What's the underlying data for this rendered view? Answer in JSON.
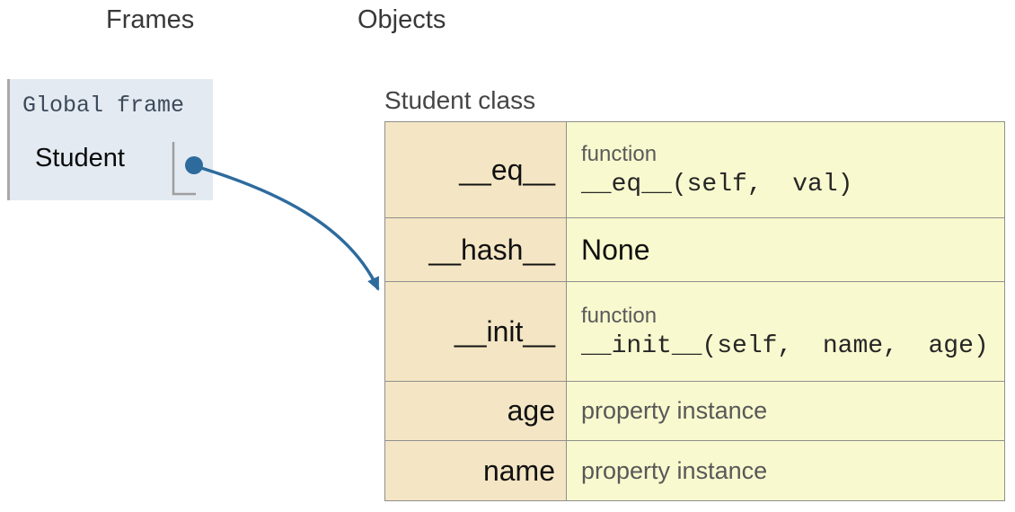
{
  "headers": {
    "frames": "Frames",
    "objects": "Objects"
  },
  "frame": {
    "title": "Global frame",
    "variables": [
      {
        "name": "Student",
        "points_to": "Student class"
      }
    ]
  },
  "object": {
    "label": "Student class",
    "rows": [
      {
        "key": "__eq__",
        "kind": "function",
        "type": "function",
        "value": "__eq__(self,  val)"
      },
      {
        "key": "__hash__",
        "kind": "plain",
        "value": "None"
      },
      {
        "key": "__init__",
        "kind": "function",
        "type": "function",
        "value": "__init__(self,  name,  age)"
      },
      {
        "key": "age",
        "kind": "muted",
        "value": "property instance"
      },
      {
        "key": "name",
        "kind": "muted",
        "value": "property instance"
      }
    ]
  },
  "colors": {
    "arrow": "#2e6b9d",
    "connector": "#9e9e9e",
    "frame_bg": "#e3eaf2",
    "key_cell_bg": "#f4e6c4",
    "value_cell_bg": "#f9f9cf",
    "cell_border": "#8f8f8f"
  }
}
